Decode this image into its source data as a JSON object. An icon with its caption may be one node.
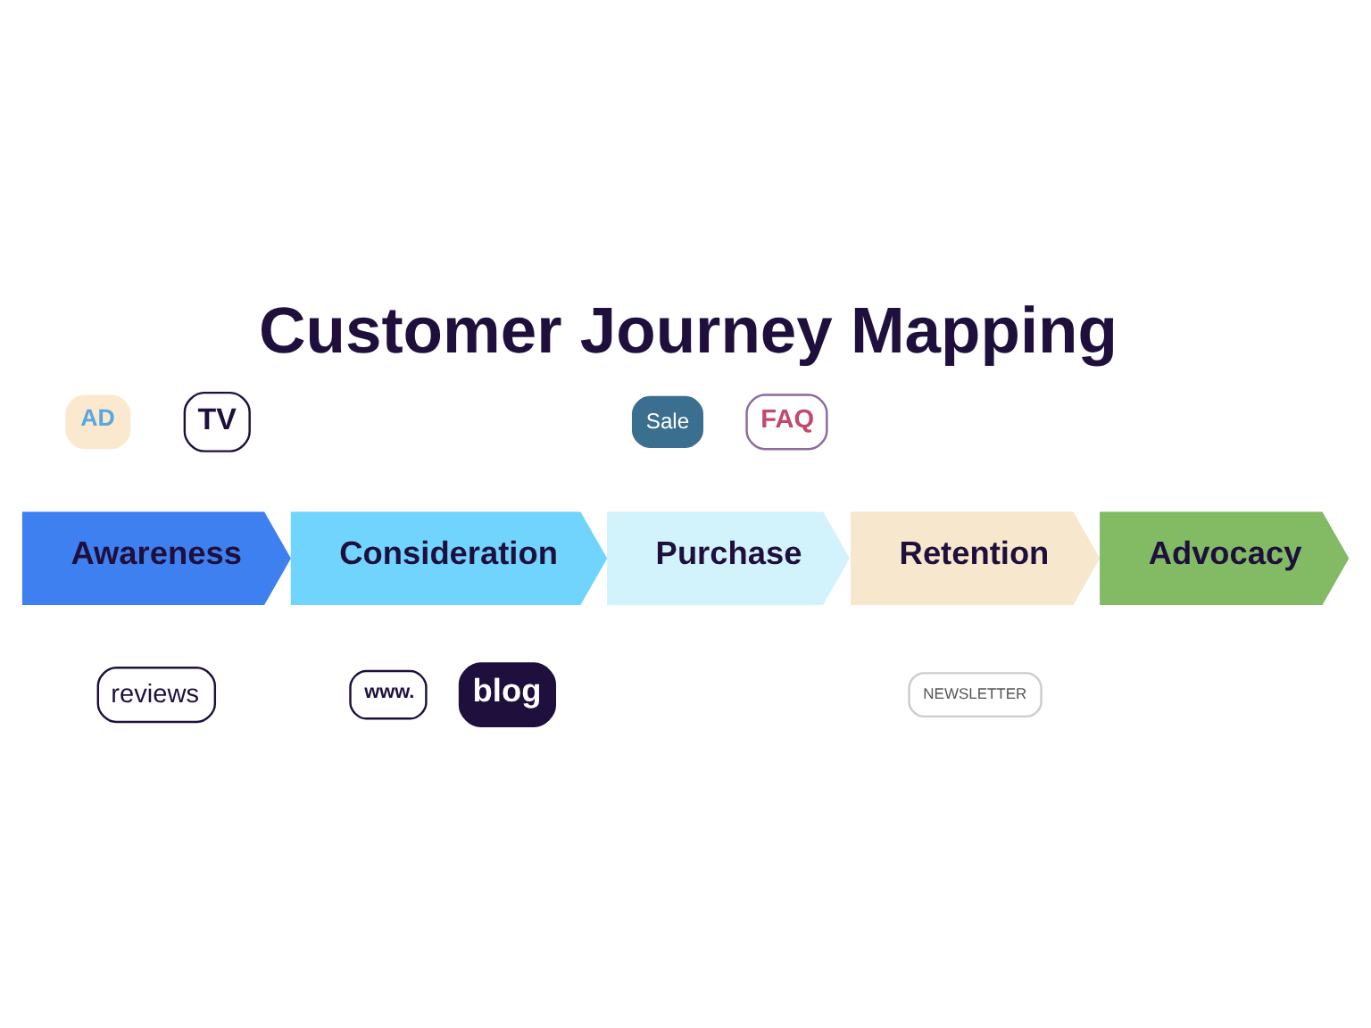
{
  "diagram": {
    "title": "Customer Journey Mapping",
    "nodes": [
      {
        "text": [
          "Awareness"
        ]
      },
      {
        "text": [
          "Consideration"
        ]
      },
      {
        "text": [
          "Purchase"
        ]
      },
      {
        "text": [
          "Retention"
        ]
      },
      {
        "text": [
          "Advocacy"
        ]
      }
    ],
    "labels": [
      "AD",
      "TV",
      "Sale",
      "FAQ",
      "www.",
      "reviews",
      "blog",
      "NEWSLETTER"
    ]
  }
}
